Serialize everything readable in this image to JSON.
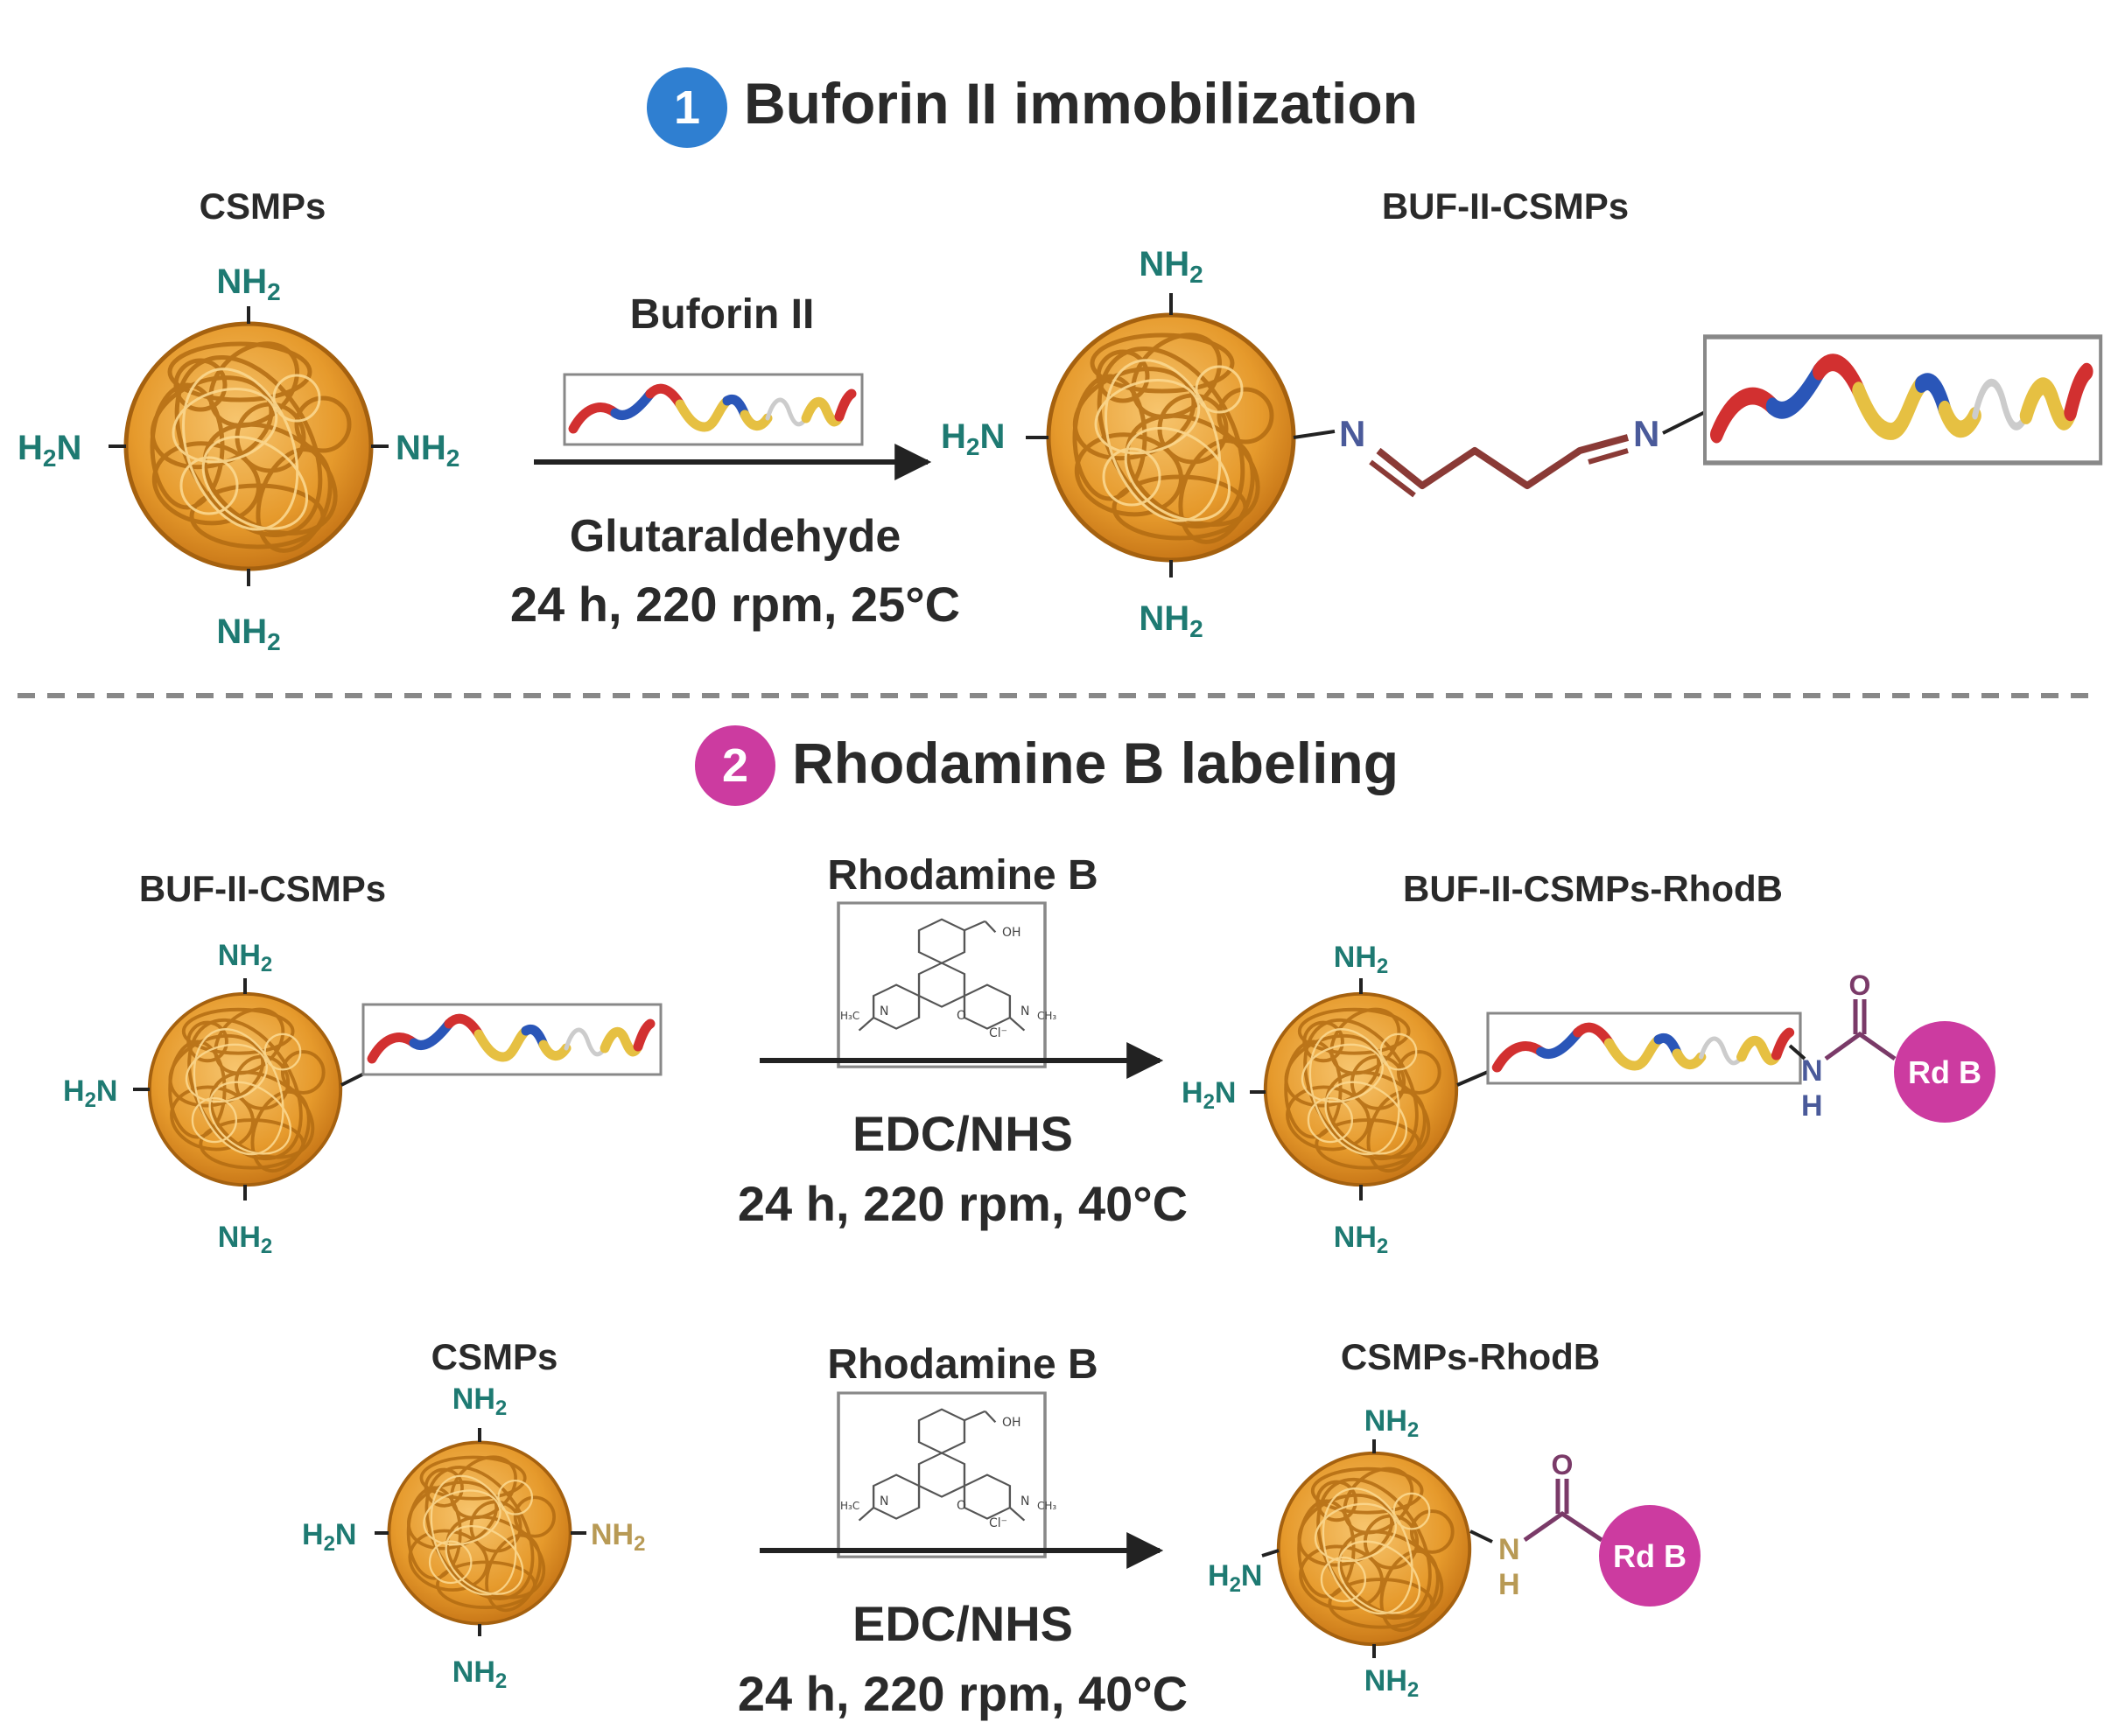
{
  "section1": {
    "number": "1",
    "title": "Buforin II immobilization",
    "badge_color": "#2f7fd1",
    "left_label": "CSMPs",
    "reagent": "Buforin II",
    "linker": "Glutaraldehyde",
    "conditions": "24 h, 220 rpm, 25°C",
    "right_label": "BUF-II-CSMPs",
    "imine_atom": "N"
  },
  "section2": {
    "number": "2",
    "title": "Rhodamine B labeling",
    "badge_color": "#cc3ba0",
    "row1": {
      "left_label": "BUF-II-CSMPs",
      "reagent": "Rhodamine B",
      "coupling": "EDC/NHS",
      "conditions": "24 h, 220 rpm, 40°C",
      "right_label": "BUF-II-CSMPs-RhodB",
      "rdb": "Rd B"
    },
    "row2": {
      "left_label": "CSMPs",
      "reagent": "Rhodamine B",
      "coupling": "EDC/NHS",
      "conditions": "24 h, 220 rpm, 40°C",
      "right_label": "CSMPs-RhodB",
      "rdb": "Rd B"
    }
  },
  "chem": {
    "nh2": "NH",
    "sub2": "2",
    "h2n_h": "H",
    "h2n_n": "N",
    "amide_n": "N",
    "amide_h": "H",
    "carbonyl_o": "O",
    "rhod_oh": "OH",
    "rhod_o": "O",
    "rhod_n": "N",
    "rhod_cl": "Cl⁻",
    "rhod_ch3": "CH₃",
    "rhod_h3c": "H₃C"
  },
  "colors": {
    "amine_teal": "#1e7a72",
    "amine_tan": "#b89a55",
    "imine_blue": "#4a5a9a",
    "linker_brown": "#8a3a36",
    "amide_purple": "#7a3a68",
    "rdb_magenta": "#cc3ba0",
    "sphere_orange": "#e79a2a"
  }
}
